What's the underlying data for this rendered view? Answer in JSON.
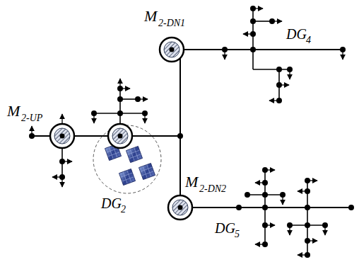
{
  "diagram": {
    "labels": [
      "M",
      "2-DN1",
      "DG",
      "4",
      "M",
      "2-UP",
      "DG",
      "2",
      "M",
      "2-DN2",
      "DG",
      "5"
    ]
  }
}
